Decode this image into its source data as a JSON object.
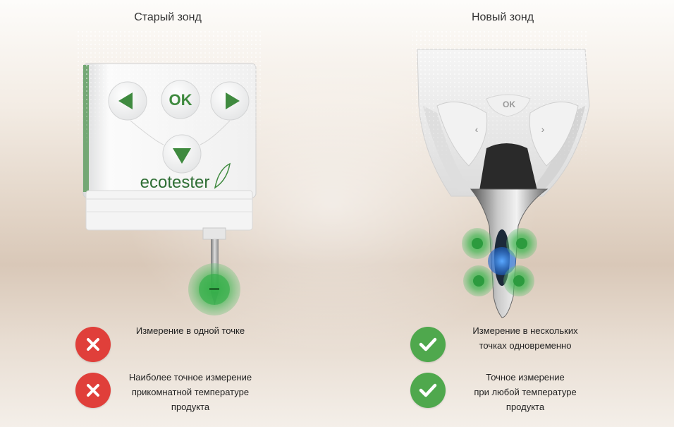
{
  "columns": {
    "old": {
      "title": "Старый зонд"
    },
    "new": {
      "title": "Новый зонд"
    }
  },
  "old_probe": {
    "brand": "ecotester",
    "buttons": {
      "ok": "OK"
    }
  },
  "new_probe": {
    "buttons": {
      "ok": "OK"
    }
  },
  "features": {
    "old": [
      {
        "text": "Измерение в одной точке",
        "status": "cross-icon"
      },
      {
        "text": "Наиболее точное измерение\nприкомнатной температуре\nпродукта",
        "status": "cross-icon"
      }
    ],
    "new": [
      {
        "text": "Измерение в нескольких\nточках одновременно",
        "status": "check-icon"
      },
      {
        "text": "Точное измерение\nпри любой температуре\nпродукта",
        "status": "check-icon"
      }
    ]
  },
  "colors": {
    "bad": "#e03f3a",
    "good": "#4fa84d",
    "brand_green": "#3f8a3f",
    "sensor_blue": "#2f7fe0"
  }
}
